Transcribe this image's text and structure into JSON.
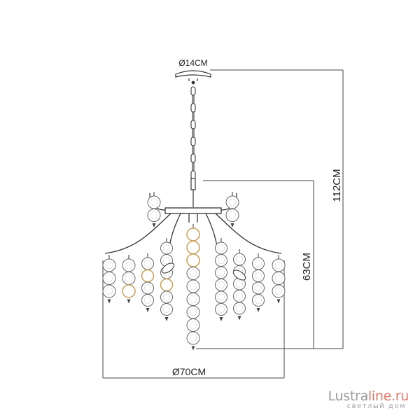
{
  "dimensions": {
    "canopy_diameter": "Ø14CM",
    "total_height": "112CM",
    "body_height": "63CM",
    "overall_diameter": "Ø70CM"
  },
  "watermark": {
    "brand_prefix": "Lustra",
    "brand_suffix": "line.ru",
    "tagline": "светлый дом",
    "brand_color": "#9a9a9a",
    "accent_color": "#e07a6a"
  },
  "colors": {
    "line": "#333333",
    "crystal": "#666666",
    "gold_ring": "#c9a55c"
  }
}
